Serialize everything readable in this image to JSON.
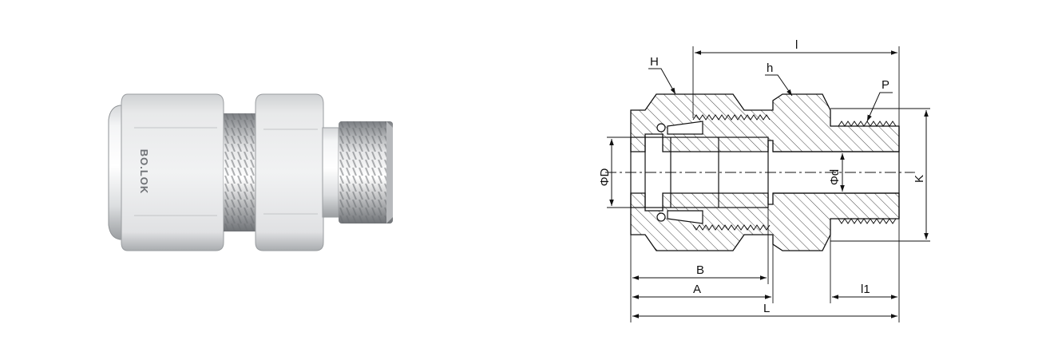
{
  "photo": {
    "engraving": "BO.LOK"
  },
  "drawing": {
    "labels": {
      "H": "H",
      "h": "h",
      "l": "l",
      "P": "P",
      "K": "K",
      "phi_D": "ΦD",
      "phi_d": "Φd",
      "B": "B",
      "A": "A",
      "L": "L",
      "l1": "l1"
    }
  },
  "colors": {
    "metal_light": "#e9eaeb",
    "metal_mid": "#c9cbcd",
    "metal_dark": "#8e9194",
    "line": "#111111",
    "hatch": "#333333"
  }
}
